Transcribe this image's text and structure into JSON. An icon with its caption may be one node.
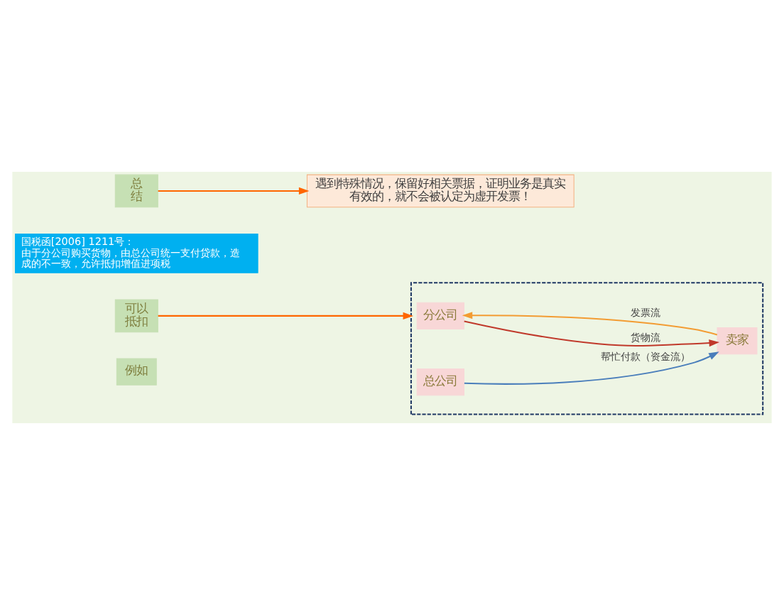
{
  "diagram": {
    "nodes": [
      {
        "text": [
          "例如"
        ]
      },
      {
        "text": [
          "可以抵扣"
        ]
      },
      {
        "text": [],
        "shape": "box"
      },
      {
        "text": [
          "分公司"
        ],
        "in": 2
      },
      {
        "text": [
          "卖家"
        ],
        "in": 2
      },
      {
        "text": [
          "总公司"
        ],
        "in": 2
      },
      {
        "text": [
          "国税函[2006] 1211号：",
          "由于分公司购买货物，由总公司统一支付贷款，造成的不一致，允许抵扣增值进项税"
        ]
      },
      {
        "text": [
          "总结"
        ]
      },
      {
        "text": [
          "遇到特殊情况，保留好相关票据，证明业务是真实有效的，就不会被认定为虚开发票！"
        ]
      }
    ],
    "edges": [
      {
        "from": 1,
        "to": 2,
        "arrow": "to",
        "color": "#ff6600"
      },
      {
        "from": 3,
        "to": 4,
        "arrow": "to",
        "label": "货物流",
        "color": "#c0392b"
      },
      {
        "from": 4,
        "to": 3,
        "arrow": "to",
        "label": "发票流",
        "color": "#f39c33"
      },
      {
        "from": 5,
        "to": 4,
        "arrow": "to",
        "label": "帮忙付款（资金流）",
        "color": "#4a7ebb"
      },
      {
        "from": 7,
        "to": 8,
        "arrow": "to",
        "color": "#ff6600"
      }
    ]
  }
}
